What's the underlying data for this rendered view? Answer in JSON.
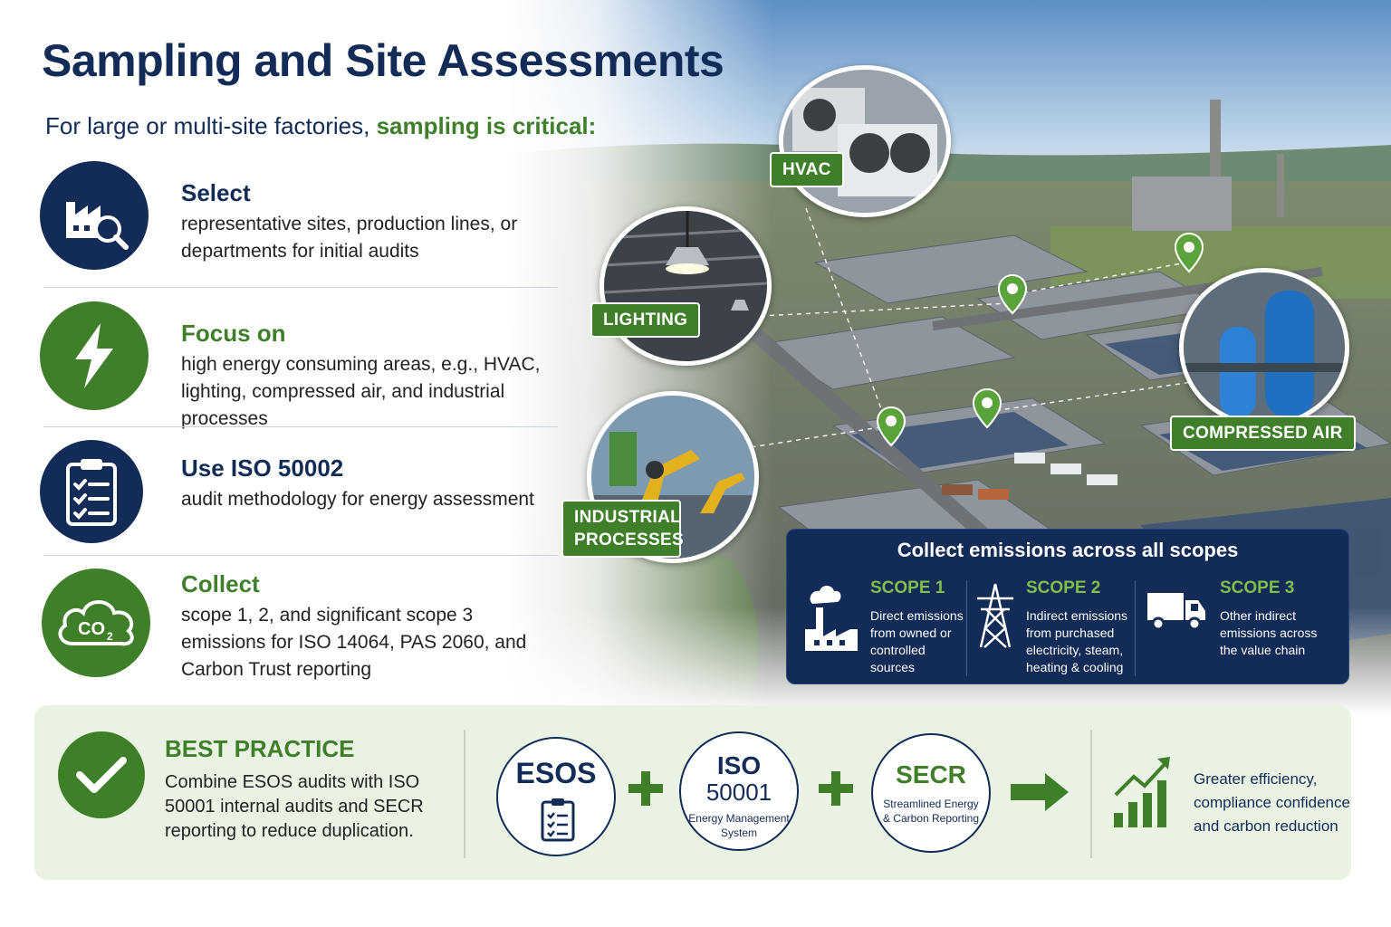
{
  "title": "Sampling and Site Assessments",
  "subtitle": {
    "lead": "For large or multi-site factories,",
    "highlight": "sampling is critical:"
  },
  "items": [
    {
      "heading": "Select",
      "text": "representative sites, production lines, or departments for initial audits",
      "icon": "factory-search-icon"
    },
    {
      "heading": "Focus on",
      "text": "high energy consuming areas, e.g., HVAC, lighting, compressed air, and industrial processes",
      "icon": "lightning-icon"
    },
    {
      "heading": "Use ISO 50002",
      "text": "audit methodology for energy assessment",
      "icon": "clipboard-checklist-icon"
    },
    {
      "heading": "Collect",
      "text": "scope 1, 2, and significant scope 3 emissions for ISO 14064, PAS 2060, and Carbon Trust reporting",
      "icon": "co2-cloud-icon",
      "co2": "CO",
      "co2_sub": "2"
    }
  ],
  "areas": {
    "hvac": "HVAC",
    "lighting": "LIGHTING",
    "industrial": "INDUSTRIAL PROCESSES",
    "compressed_air": "COMPRESSED AIR"
  },
  "scopes": {
    "title": "Collect emissions across all scopes",
    "list": [
      {
        "name": "SCOPE 1",
        "desc": "Direct emissions from owned or controlled sources",
        "icon": "factory-icon"
      },
      {
        "name": "SCOPE 2",
        "desc": "Indirect emissions from purchased electricity, steam, heating & cooling",
        "icon": "power-pylon-icon"
      },
      {
        "name": "SCOPE 3",
        "desc": "Other indirect emissions across the value chain",
        "icon": "truck-icon"
      }
    ]
  },
  "best_practice": {
    "heading": "BEST PRACTICE",
    "text": "Combine ESOS audits with ISO 50001 internal audits and SECR reporting to reduce duplication.",
    "esos": "ESOS",
    "iso_a": "ISO",
    "iso_b": "50001",
    "iso_desc": "Energy Management System",
    "secr": "SECR",
    "secr_desc": "Streamlined Energy & Carbon Reporting",
    "result": "Greater efficiency, compliance confidence and carbon reduction"
  },
  "colors": {
    "navy": "#132b57",
    "green": "#3f7f2a",
    "light_green": "#7fbf4a",
    "band": "#eaf2e4"
  }
}
